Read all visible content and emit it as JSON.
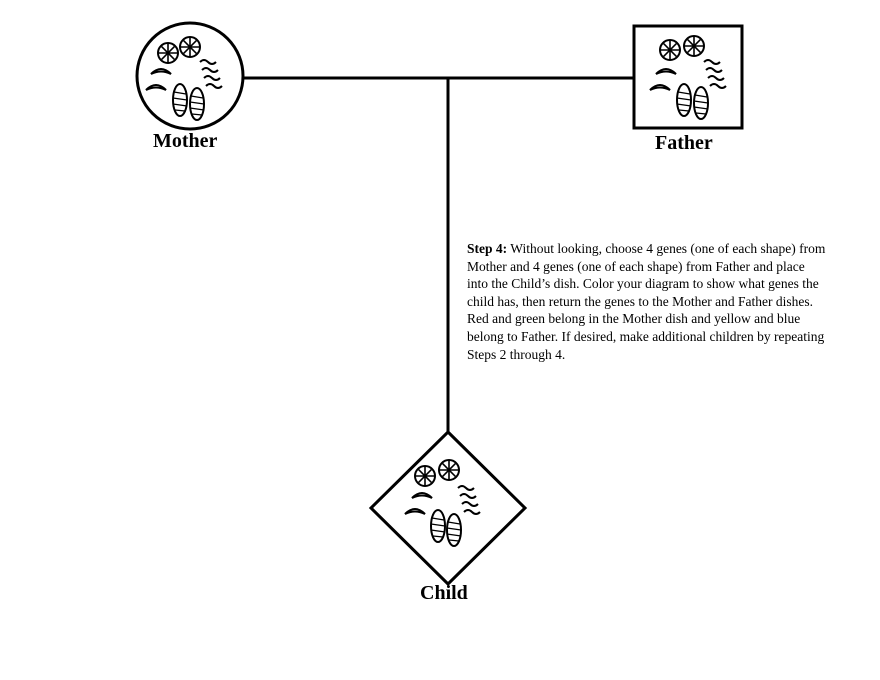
{
  "parents": {
    "mother_label": "Mother",
    "father_label": "Father"
  },
  "child": {
    "label": "Child"
  },
  "instructions": {
    "step_heading": "Step 4:",
    "step_body": " Without looking, choose 4 genes (one of each shape) from Mother and 4 genes (one of each shape) from Father and place into the Child’s dish. Color your diagram to show what genes the child has, then return the genes to the Mother and Father dishes.  Red and green belong in the Mother dish and yellow and blue belong to Father. If desired, make additional children by repeating Steps 2 through 4."
  },
  "colors": {
    "line": "#000000",
    "background": "#ffffff"
  },
  "icons": [
    "wheel-gene-icon",
    "squiggle-gene-icon",
    "arc-gene-icon",
    "oval-gene-icon"
  ]
}
